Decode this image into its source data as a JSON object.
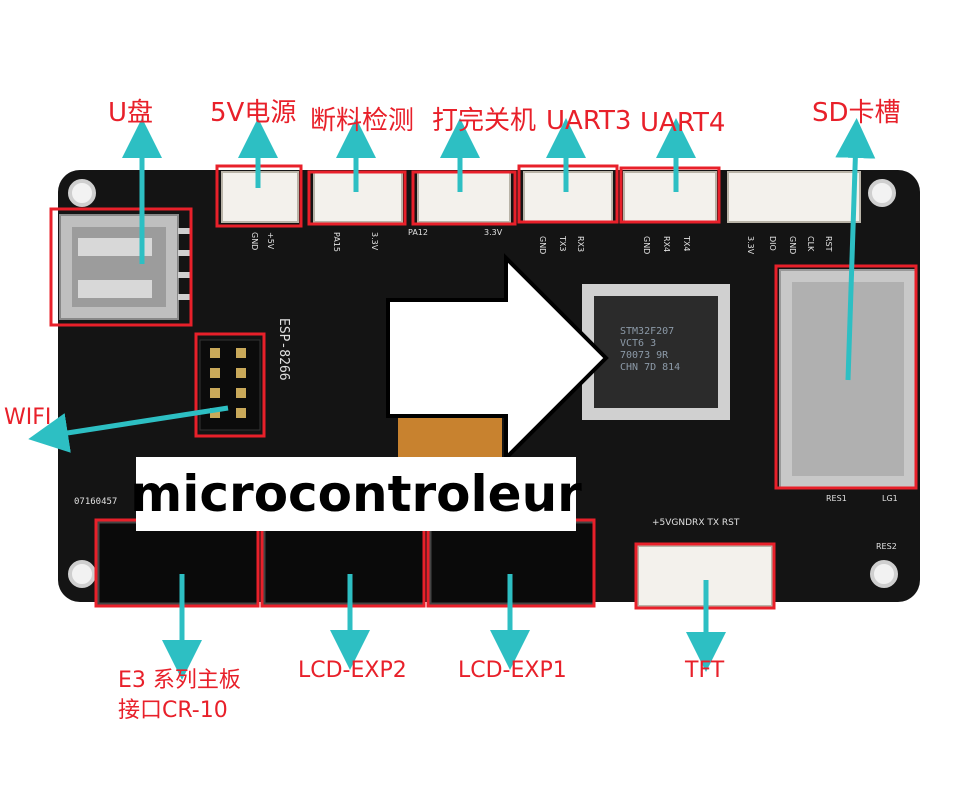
{
  "labels": {
    "usb_disk": "U盘",
    "power_5v": "5V电源",
    "filament_detect": "断料检测",
    "power_off": "打完关机",
    "uart3": "UART3",
    "uart4": "UART4",
    "sd_slot": "SD卡槽",
    "wifi": "WIFI",
    "e3_interface_line1": "E3 系列主板",
    "e3_interface_line2": "接口CR-10",
    "lcd_exp2": "LCD-EXP2",
    "lcd_exp1": "LCD-EXP1",
    "tft": "TFT"
  },
  "caption": "microcontroleur",
  "board_silkscreen": {
    "esp": "ESP-8266",
    "mcu_line1": "STM32F207",
    "mcu_line2": "VCT6 3",
    "mcu_line3": "70073 9R",
    "mcu_line4": "CHN 7D 814",
    "serial": "07160457",
    "gnd": "GND",
    "plus5v": "+5V",
    "pa15": "PA15",
    "v33": "3.3V",
    "pa12": "PA12",
    "tx3": "TX3",
    "rx3": "RX3",
    "rx4": "RX4",
    "tx4": "TX4",
    "dio": "DIO",
    "clk": "CLK",
    "rst": "RST",
    "tft_pins": "+5VGNDRX TX RST",
    "res1": "RES1",
    "res2": "RES2",
    "lg1": "LG1"
  },
  "colors": {
    "highlight": "#e8202a",
    "arrow": "#2dbfc3",
    "board": "#141414",
    "header": "#f3f1ec"
  }
}
